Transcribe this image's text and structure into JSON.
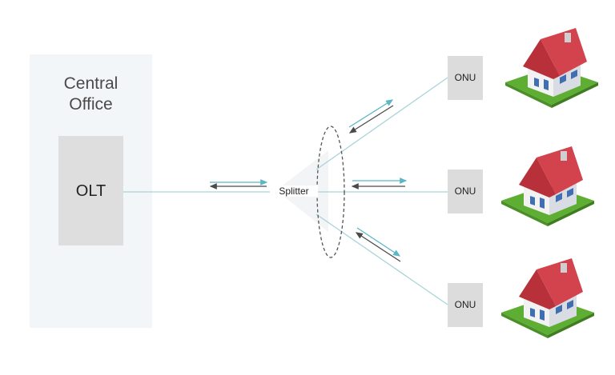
{
  "central_office": {
    "label": "Central\nOffice",
    "olt_label": "OLT"
  },
  "splitter": {
    "label": "Splitter"
  },
  "onus": [
    {
      "label": "ONU"
    },
    {
      "label": "ONU"
    },
    {
      "label": "ONU"
    }
  ],
  "colors": {
    "fiber_line": "#a9d4d8",
    "upstream_arrow": "#4a4a4a",
    "downstream_arrow": "#5bb7c4",
    "roof": "#c0353f",
    "wall": "#f2f2f2",
    "window": "#3f6fb0",
    "grass": "#6dbb3c"
  }
}
